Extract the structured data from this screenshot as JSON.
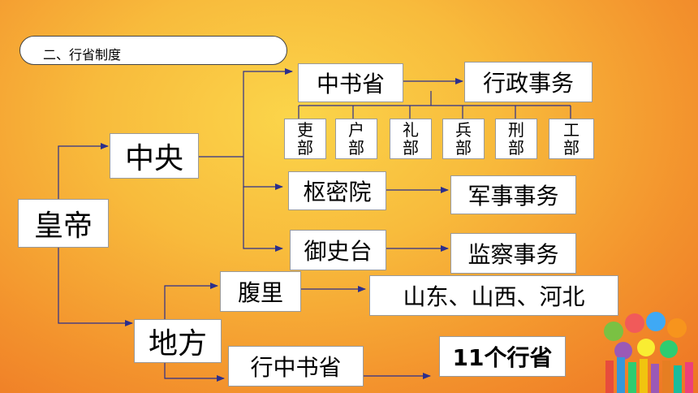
{
  "title": "二、行省制度",
  "nodes": {
    "emperor": "皇帝",
    "central": "中央",
    "local": "地方",
    "secretariat": "中书省",
    "admin_affairs": "行政事务",
    "privy_council": "枢密院",
    "military_affairs": "军事事务",
    "censorate": "御史台",
    "supervision_affairs": "监察事务",
    "fuli": "腹里",
    "fuli_regions": "山东、山西、河北",
    "branch_secretariat": "行中书省",
    "branch_count": "11个行省"
  },
  "departments": [
    {
      "top": "吏",
      "bottom": "部"
    },
    {
      "top": "户",
      "bottom": "部"
    },
    {
      "top": "礼",
      "bottom": "部"
    },
    {
      "top": "兵",
      "bottom": "部"
    },
    {
      "top": "刑",
      "bottom": "部"
    },
    {
      "top": "工",
      "bottom": "部"
    }
  ],
  "colors": {
    "connector": "#2c2f8c",
    "box_border": "#9a9a9a"
  }
}
